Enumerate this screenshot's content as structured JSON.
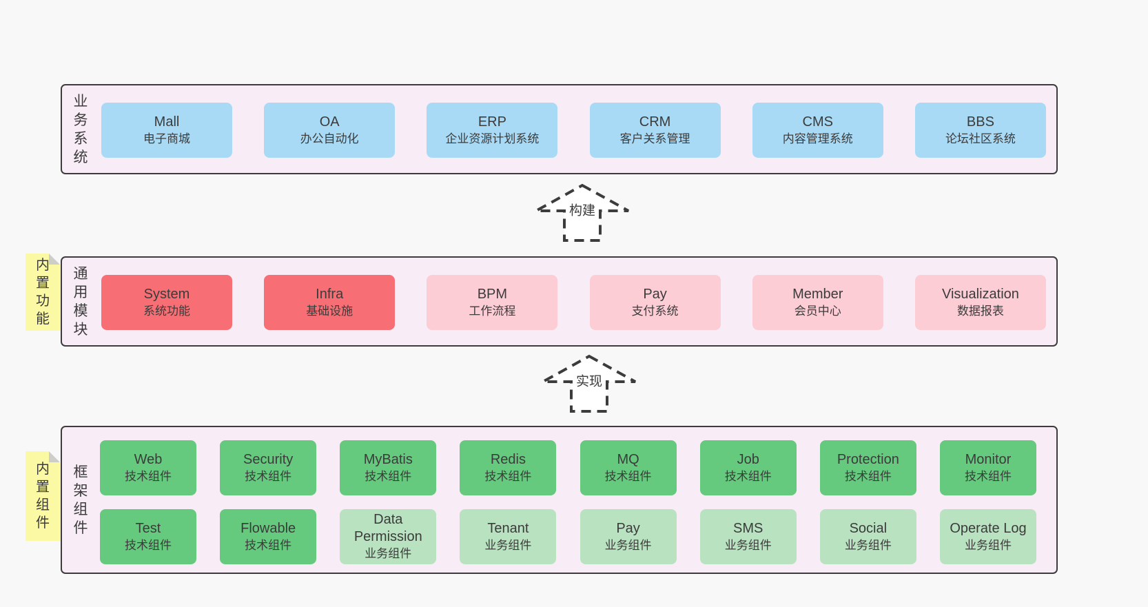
{
  "colors": {
    "page_bg": "#f8f8f8",
    "panel_bg": "#f8edf6",
    "panel_border": "#3c3c3c",
    "business_box": "#a9daf5",
    "core_module_box": "#f76f74",
    "optional_module_box": "#fdcdd6",
    "tech_component_box": "#65ca7d",
    "biz_component_box": "#b9e2c1",
    "sticky_note": "#fbf9a3",
    "text": "#3b3b3b"
  },
  "arrows": {
    "build": "构建",
    "implement": "实现"
  },
  "business": {
    "side_label": "业务系统",
    "boxes": [
      {
        "en": "Mall",
        "zh": "电子商城",
        "variant": "blue"
      },
      {
        "en": "OA",
        "zh": "办公自动化",
        "variant": "blue"
      },
      {
        "en": "ERP",
        "zh": "企业资源计划系统",
        "variant": "blue"
      },
      {
        "en": "CRM",
        "zh": "客户关系管理",
        "variant": "blue"
      },
      {
        "en": "CMS",
        "zh": "内容管理系统",
        "variant": "blue"
      },
      {
        "en": "BBS",
        "zh": "论坛社区系统",
        "variant": "blue"
      }
    ]
  },
  "modules": {
    "side_label": "通用模块",
    "sticky": "内置功能",
    "boxes": [
      {
        "en": "System",
        "zh": "系统功能",
        "variant": "red"
      },
      {
        "en": "Infra",
        "zh": "基础设施",
        "variant": "red"
      },
      {
        "en": "BPM",
        "zh": "工作流程",
        "variant": "pink"
      },
      {
        "en": "Pay",
        "zh": "支付系统",
        "variant": "pink"
      },
      {
        "en": "Member",
        "zh": "会员中心",
        "variant": "pink"
      },
      {
        "en": "Visualization",
        "zh": "数据报表",
        "variant": "pink"
      }
    ]
  },
  "components": {
    "side_label": "框架组件",
    "sticky": "内置组件",
    "row1": [
      {
        "en": "Web",
        "zh": "技术组件",
        "variant": "green"
      },
      {
        "en": "Security",
        "zh": "技术组件",
        "variant": "green"
      },
      {
        "en": "MyBatis",
        "zh": "技术组件",
        "variant": "green"
      },
      {
        "en": "Redis",
        "zh": "技术组件",
        "variant": "green"
      },
      {
        "en": "MQ",
        "zh": "技术组件",
        "variant": "green"
      },
      {
        "en": "Job",
        "zh": "技术组件",
        "variant": "green"
      },
      {
        "en": "Protection",
        "zh": "技术组件",
        "variant": "green"
      },
      {
        "en": "Monitor",
        "zh": "技术组件",
        "variant": "green"
      }
    ],
    "row2": [
      {
        "en": "Test",
        "zh": "技术组件",
        "variant": "green"
      },
      {
        "en": "Flowable",
        "zh": "技术组件",
        "variant": "green"
      },
      {
        "en": "Data Permission",
        "zh": "业务组件",
        "variant": "lgreen"
      },
      {
        "en": "Tenant",
        "zh": "业务组件",
        "variant": "lgreen"
      },
      {
        "en": "Pay",
        "zh": "业务组件",
        "variant": "lgreen"
      },
      {
        "en": "SMS",
        "zh": "业务组件",
        "variant": "lgreen"
      },
      {
        "en": "Social",
        "zh": "业务组件",
        "variant": "lgreen"
      },
      {
        "en": "Operate Log",
        "zh": "业务组件",
        "variant": "lgreen"
      }
    ]
  }
}
